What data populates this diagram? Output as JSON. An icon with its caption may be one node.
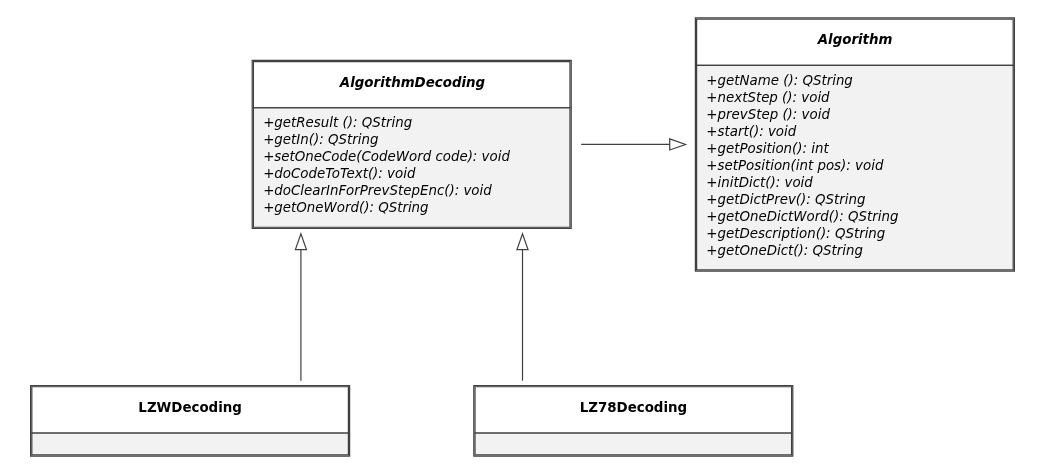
{
  "diagram": {
    "nodes": [
      {
        "text": [
          "AlgorithmDecoding",
          "+getResult (): QString",
          "+getIn(): QString",
          "+setOneCode(CodeWord code): void",
          "+doCodeToText(): void",
          "+doClearInForPrevStepEnc(): void",
          "+getOneWord(): QString"
        ]
      },
      {
        "text": [
          "Algorithm",
          "+getName (): QString",
          "+nextStep (): void",
          "+prevStep (): void",
          "+start(): void",
          "+getPosition(): int",
          "+setPosition(int pos): void",
          "+initDict(): void",
          "+getDictPrev(): QString",
          "+getOneDictWord(): QString",
          "+getDescription(): QString",
          "+getOneDict(): QString"
        ]
      },
      {
        "text": [
          "LZWDecoding"
        ]
      },
      {
        "text": [
          "LZ78Decoding"
        ]
      }
    ],
    "edges": [
      {
        "from": 0,
        "to": 1,
        "arrow": "to"
      },
      {
        "from": 2,
        "to": 0,
        "arrow": "to"
      },
      {
        "from": 3,
        "to": 0,
        "arrow": "to"
      }
    ]
  }
}
